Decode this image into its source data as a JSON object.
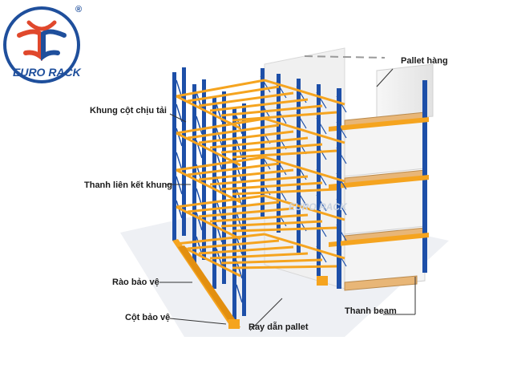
{
  "logo": {
    "brand": "EURO RACK",
    "registered_mark": "®",
    "colors": {
      "ring": "#1f4f9c",
      "cross_red": "#e0482c",
      "cross_blue": "#1f4f9c",
      "text": "#1f4f9c"
    }
  },
  "watermark": {
    "text": "EURO RACK",
    "color": "#c8d2e0"
  },
  "labels": {
    "pallet": "Pallet hàng",
    "column_frame": "Khung cột chịu tải",
    "frame_brace": "Thanh liên kết khung",
    "guard_rail": "Rào bảo vệ",
    "column_guard": "Cột bảo vệ",
    "pallet_rail": "Ray dẫn pallet",
    "beam": "Thanh beam"
  },
  "colors": {
    "upright": "#1d4fa8",
    "beam": "#f5a41f",
    "rail": "#f2b53a",
    "pallet_wood": "#e8b677",
    "load": "#f1f1f1",
    "shadow": "#e8eaee",
    "leader": "#333333"
  }
}
